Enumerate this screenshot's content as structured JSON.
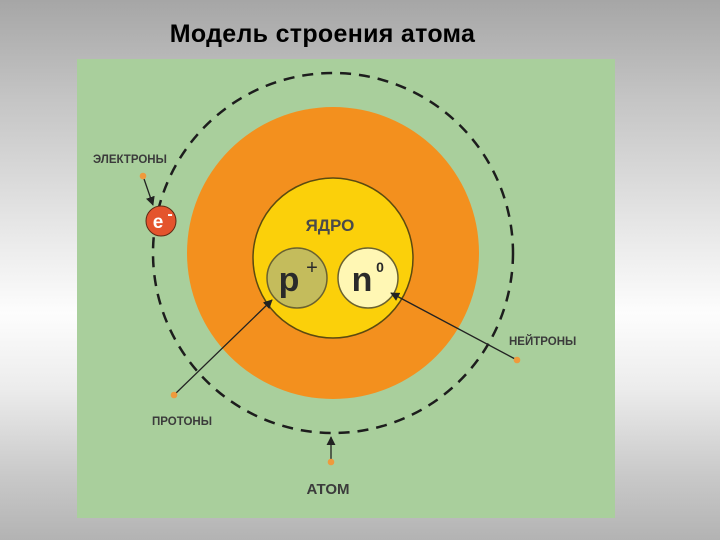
{
  "slide": {
    "title": "Модель строения атома"
  },
  "diagram": {
    "colors": {
      "panel_background": "#a9cf9c",
      "electron_shell": "#f3901e",
      "nucleus": "#fbd00a",
      "proton": "#c4bc5c",
      "neutron": "#fff7b4",
      "electron": "#e4542d",
      "label_text": "#3b3b3b",
      "pointer_dot": "#ef9a3c"
    },
    "labels": {
      "electrons": "ЭЛЕКТРОНЫ",
      "nucleus": "ЯДРО",
      "neutrons": "НЕЙТРОНЫ",
      "protons": "ПРОТОНЫ",
      "atom": "АТОМ"
    },
    "particles": {
      "electron_symbol": "e",
      "electron_charge": "-",
      "proton_symbol": "p",
      "proton_charge": "+",
      "neutron_symbol": "n",
      "neutron_charge": "0"
    }
  }
}
